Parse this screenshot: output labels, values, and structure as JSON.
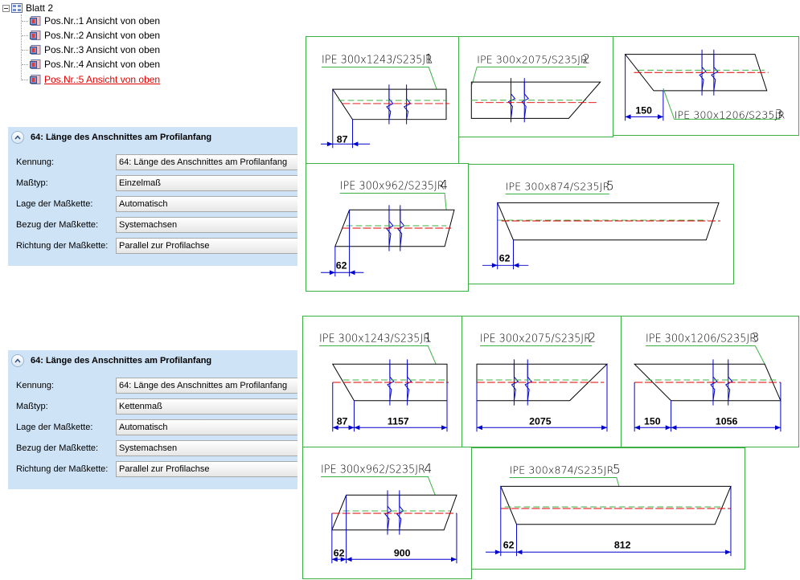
{
  "tree": {
    "root_label": "Blatt 2",
    "items": [
      {
        "label": "Pos.Nr.:1 Ansicht von oben",
        "selected": false
      },
      {
        "label": "Pos.Nr.:2 Ansicht von oben",
        "selected": false
      },
      {
        "label": "Pos.Nr.:3 Ansicht von oben",
        "selected": false
      },
      {
        "label": "Pos.Nr.:4 Ansicht von oben",
        "selected": false
      },
      {
        "label": "Pos.Nr.:5 Ansicht von oben",
        "selected": true
      }
    ]
  },
  "panels": [
    {
      "title": "64: Länge des Anschnittes am Profilanfang",
      "rows": [
        {
          "label": "Kennung:",
          "value": "64: Länge des Anschnittes am Profilanfang"
        },
        {
          "label": "Maßtyp:",
          "value": "Einzelmaß"
        },
        {
          "label": "Lage der Maßkette:",
          "value": "Automatisch"
        },
        {
          "label": "Bezug der Maßkette:",
          "value": "Systemachsen"
        },
        {
          "label": "Richtung der Maßkette:",
          "value": "Parallel zur Profilachse"
        }
      ]
    },
    {
      "title": "64: Länge des Anschnittes am Profilanfang",
      "rows": [
        {
          "label": "Kennung:",
          "value": "64: Länge des Anschnittes am Profilanfang"
        },
        {
          "label": "Maßtyp:",
          "value": "Kettenmaß"
        },
        {
          "label": "Lage der Maßkette:",
          "value": "Automatisch"
        },
        {
          "label": "Bezug der Maßkette:",
          "value": "Systemachsen"
        },
        {
          "label": "Richtung der Maßkette:",
          "value": "Parallel zur Profilachse"
        }
      ]
    }
  ],
  "drawings_top": [
    {
      "profile": "IPE 300x1243/S235JR",
      "pos": "1",
      "dims": [
        "87"
      ]
    },
    {
      "profile": "IPE 300x2075/S235JR",
      "pos": "2",
      "dims": []
    },
    {
      "profile": "IPE 300x1206/S235JR",
      "pos": "3",
      "dims": [
        "150"
      ]
    },
    {
      "profile": "IPE 300x962/S235JR",
      "pos": "4",
      "dims": [
        "62"
      ]
    },
    {
      "profile": "IPE 300x874/S235JR",
      "pos": "5",
      "dims": [
        "62"
      ]
    }
  ],
  "drawings_bottom": [
    {
      "profile": "IPE 300x1243/S235JR",
      "pos": "1",
      "dims": [
        "87",
        "1157"
      ]
    },
    {
      "profile": "IPE 300x2075/S235JR",
      "pos": "2",
      "dims": [
        "2075"
      ]
    },
    {
      "profile": "IPE 300x1206/S235JR",
      "pos": "3",
      "dims": [
        "150",
        "1056"
      ]
    },
    {
      "profile": "IPE 300x962/S235JR",
      "pos": "4",
      "dims": [
        "62",
        "900"
      ]
    },
    {
      "profile": "IPE 300x874/S235JR",
      "pos": "5",
      "dims": [
        "62",
        "812"
      ]
    }
  ],
  "colors": {
    "frame_green": "#3cb043",
    "dimension_blue": "#0000cc",
    "axis_red": "#e00000",
    "panel_blue": "#cfe3f6",
    "selected_red": "#e00000"
  }
}
